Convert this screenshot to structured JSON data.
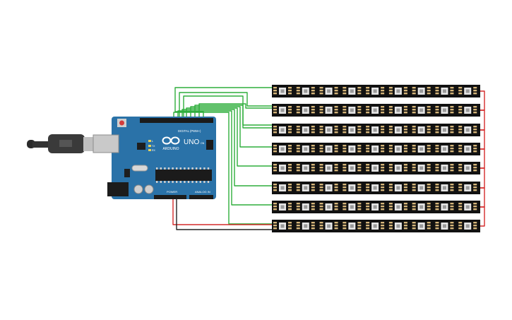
{
  "board": {
    "logo_text": "ARDUINO",
    "model_text": "UNO",
    "digital_label": "DIGITAL (PWM~)",
    "power_label": "POWER",
    "analog_label": "ANALOG IN",
    "tx_label": "TX",
    "rx_label": "RX",
    "on_label": "ON",
    "l_label": "L"
  },
  "strips": {
    "count": 8,
    "leds_per_strip": 9
  },
  "colors": {
    "board": "#2a72a8",
    "strip": "#111111",
    "signal_wire": "#2fae3c",
    "power_wire": "#d42a2a",
    "ground_wire": "#222222"
  }
}
